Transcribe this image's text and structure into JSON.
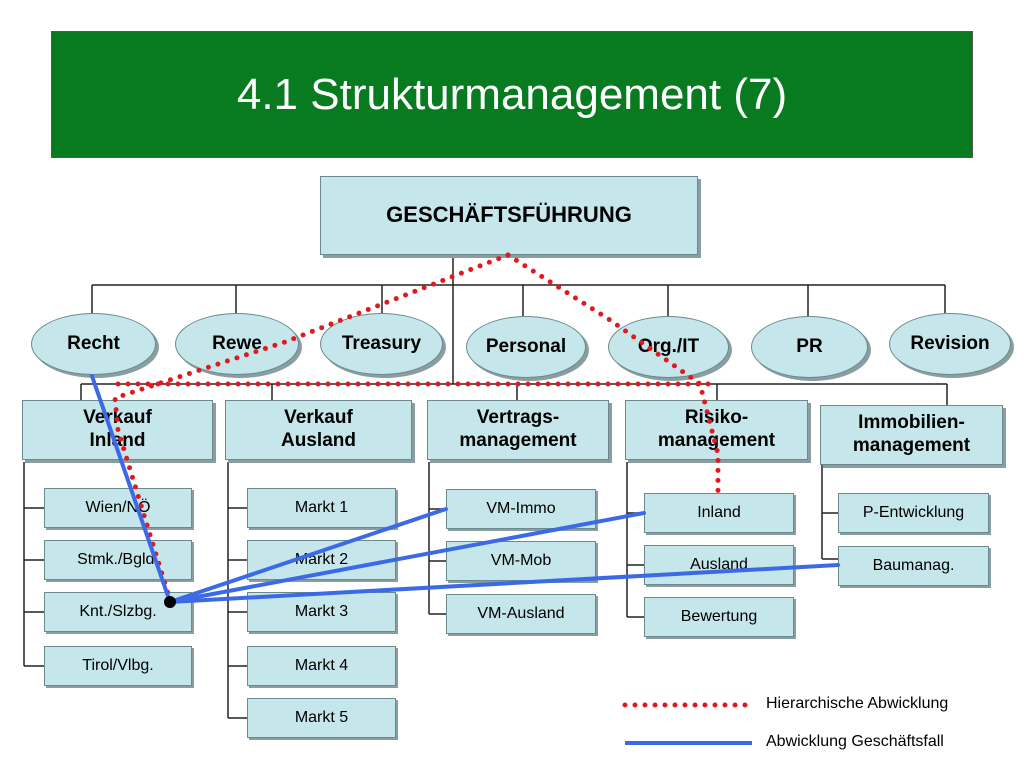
{
  "title": "4.1 Strukturmanagement (7)",
  "management": "GESCHÄFTSFÜHRUNG",
  "staff_units": [
    "Recht",
    "Rewe",
    "Treasury",
    "Personal",
    "Org./IT",
    "PR",
    "Revision"
  ],
  "departments": [
    {
      "line1": "Verkauf",
      "line2": "Inland",
      "subs": [
        "Wien/NÖ",
        "Stmk./Bgld.",
        "Knt./Slzbg.",
        "Tirol/Vlbg."
      ]
    },
    {
      "line1": "Verkauf",
      "line2": "Ausland",
      "subs": [
        "Markt 1",
        "Markt 2",
        "Markt 3",
        "Markt 4",
        "Markt 5"
      ]
    },
    {
      "line1": "Vertrags-",
      "line2": "management",
      "subs": [
        "VM-Immo",
        "VM-Mob",
        "VM-Ausland"
      ]
    },
    {
      "line1": "Risiko-",
      "line2": "management",
      "subs": [
        "Inland",
        "Ausland",
        "Bewertung"
      ]
    },
    {
      "line1": "Immobilien-",
      "line2": "management",
      "subs": [
        "P-Entwicklung",
        "Baumanag."
      ]
    }
  ],
  "legend": {
    "hierarchical": "Hierarchische Abwicklung",
    "business_case": "Abwicklung Geschäftsfall"
  },
  "colors": {
    "title_bg": "#087b21",
    "box_fill": "#c5e6ea",
    "hierarchical_line": "#e0191e",
    "business_line": "#3c6ae6"
  }
}
